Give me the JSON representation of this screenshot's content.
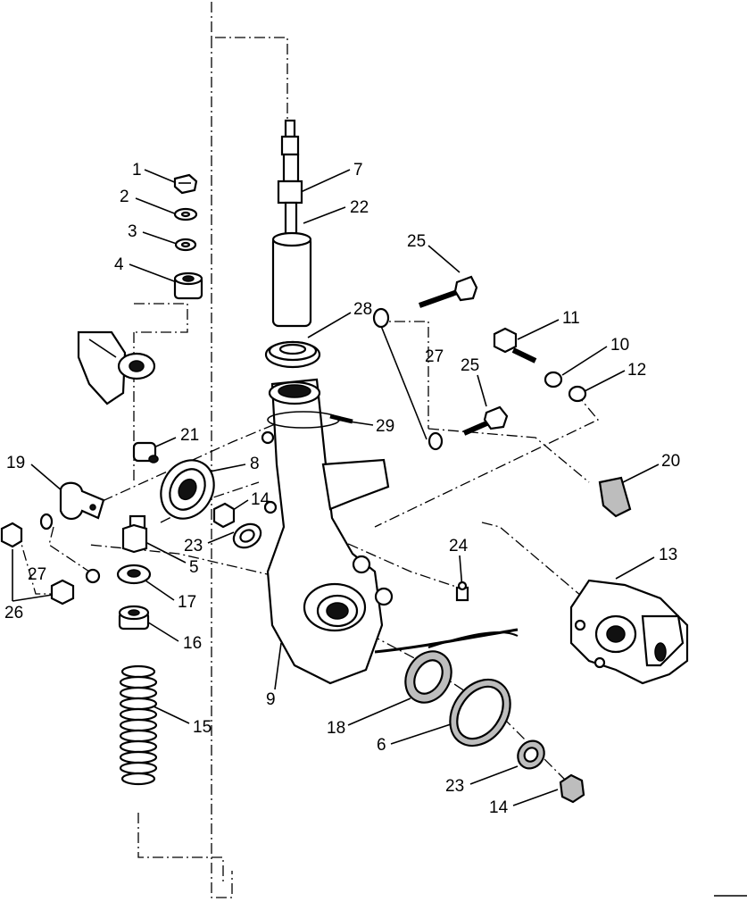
{
  "callouts": [
    {
      "id": "c1",
      "text": "1"
    },
    {
      "id": "c2",
      "text": "2"
    },
    {
      "id": "c3",
      "text": "3"
    },
    {
      "id": "c4",
      "text": "4"
    },
    {
      "id": "c7",
      "text": "7"
    },
    {
      "id": "c22",
      "text": "22"
    },
    {
      "id": "c25a",
      "text": "25"
    },
    {
      "id": "c28",
      "text": "28"
    },
    {
      "id": "c11",
      "text": "11"
    },
    {
      "id": "c10",
      "text": "10"
    },
    {
      "id": "c27a",
      "text": "27"
    },
    {
      "id": "c12",
      "text": "12"
    },
    {
      "id": "c25b",
      "text": "25"
    },
    {
      "id": "c21",
      "text": "21"
    },
    {
      "id": "c29",
      "text": "29"
    },
    {
      "id": "c19",
      "text": "19"
    },
    {
      "id": "c8",
      "text": "8"
    },
    {
      "id": "c20",
      "text": "20"
    },
    {
      "id": "c14a",
      "text": "14"
    },
    {
      "id": "c24",
      "text": "24"
    },
    {
      "id": "c13",
      "text": "13"
    },
    {
      "id": "c23a",
      "text": "23"
    },
    {
      "id": "c5",
      "text": "5"
    },
    {
      "id": "c27b",
      "text": "27"
    },
    {
      "id": "c17",
      "text": "17"
    },
    {
      "id": "c26",
      "text": "26"
    },
    {
      "id": "c16",
      "text": "16"
    },
    {
      "id": "c15",
      "text": "15"
    },
    {
      "id": "c9",
      "text": "9"
    },
    {
      "id": "c18",
      "text": "18"
    },
    {
      "id": "c6",
      "text": "6"
    },
    {
      "id": "c23b",
      "text": "23"
    },
    {
      "id": "c14b",
      "text": "14"
    }
  ]
}
